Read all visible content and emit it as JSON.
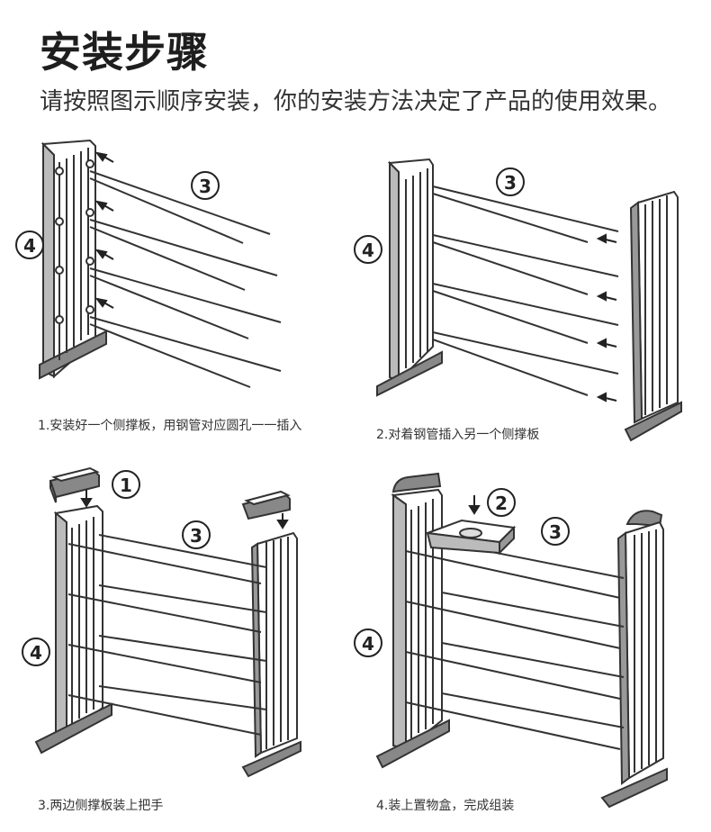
{
  "title": "安装步骤",
  "subtitle": "请按照图示顺序安装，你的安装方法决定了产品的使用效果。",
  "steps": [
    {
      "caption": "1.安装好一个侧撑板，用钢管对应圆孔一一插入",
      "markers": [
        "3",
        "4"
      ]
    },
    {
      "caption": "2.对着钢管插入另一个侧撑板",
      "markers": [
        "3",
        "4"
      ]
    },
    {
      "caption": "3.两边侧撑板装上把手",
      "markers": [
        "1",
        "3",
        "4"
      ]
    },
    {
      "caption": "4.装上置物盒，完成组装",
      "markers": [
        "2",
        "3",
        "4"
      ]
    }
  ],
  "icons": [
    "arrow-icon",
    "side-panel-icon",
    "steel-tube-icon",
    "handle-icon",
    "storage-box-icon"
  ]
}
